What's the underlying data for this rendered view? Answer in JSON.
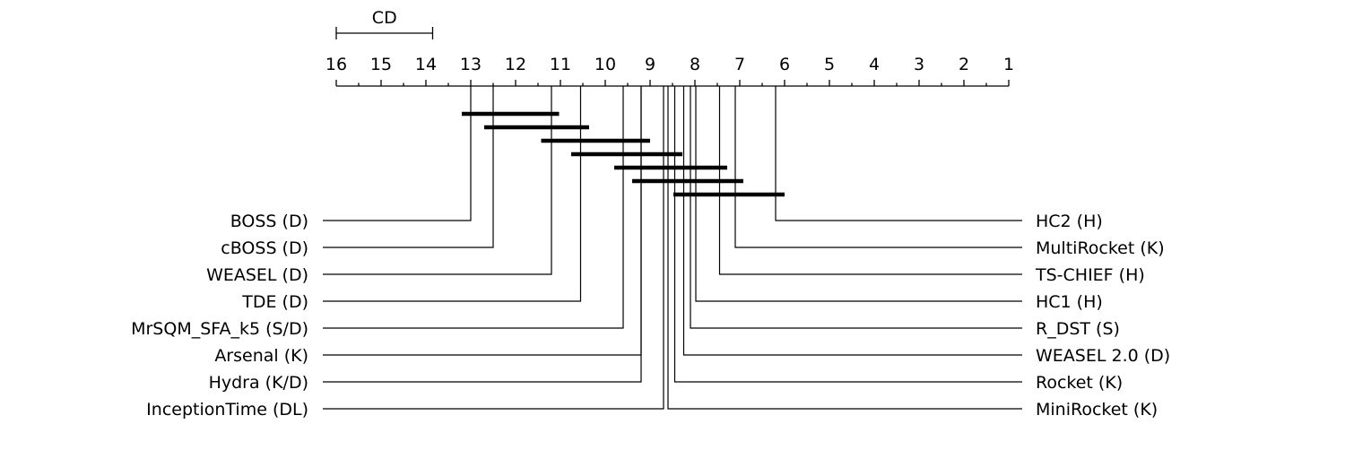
{
  "chart_data": {
    "type": "critical-difference",
    "axis": {
      "min": 1,
      "max": 16,
      "reversed": true,
      "ticks": [
        16,
        15,
        14,
        13,
        12,
        11,
        10,
        9,
        8,
        7,
        6,
        5,
        4,
        3,
        2,
        1
      ]
    },
    "cd": {
      "label": "CD",
      "value": 2.15
    },
    "left_methods": [
      {
        "name": "BOSS (D)",
        "rank": 13.0
      },
      {
        "name": "cBOSS (D)",
        "rank": 12.5
      },
      {
        "name": "WEASEL (D)",
        "rank": 11.2
      },
      {
        "name": "TDE (D)",
        "rank": 10.55
      },
      {
        "name": "MrSQM_SFA_k5 (S/D)",
        "rank": 9.6
      },
      {
        "name": "Arsenal (K)",
        "rank": 9.2
      },
      {
        "name": "Hydra (K/D)",
        "rank": 9.2
      },
      {
        "name": "InceptionTime (DL)",
        "rank": 8.7
      }
    ],
    "right_methods": [
      {
        "name": "HC2 (H)",
        "rank": 6.2
      },
      {
        "name": "MultiRocket (K)",
        "rank": 7.1
      },
      {
        "name": "TS-CHIEF (H)",
        "rank": 7.45
      },
      {
        "name": "HC1 (H)",
        "rank": 7.98
      },
      {
        "name": "R_DST (S)",
        "rank": 8.1
      },
      {
        "name": "WEASEL 2.0 (D)",
        "rank": 8.25
      },
      {
        "name": "Rocket (K)",
        "rank": 8.45
      },
      {
        "name": "MiniRocket (K)",
        "rank": 8.6
      }
    ],
    "cliques": [
      [
        13.2,
        11.03
      ],
      [
        12.7,
        10.36
      ],
      [
        11.43,
        9.0
      ],
      [
        10.76,
        8.28
      ],
      [
        9.8,
        7.28
      ],
      [
        9.4,
        6.92
      ],
      [
        8.48,
        6.0
      ]
    ]
  }
}
